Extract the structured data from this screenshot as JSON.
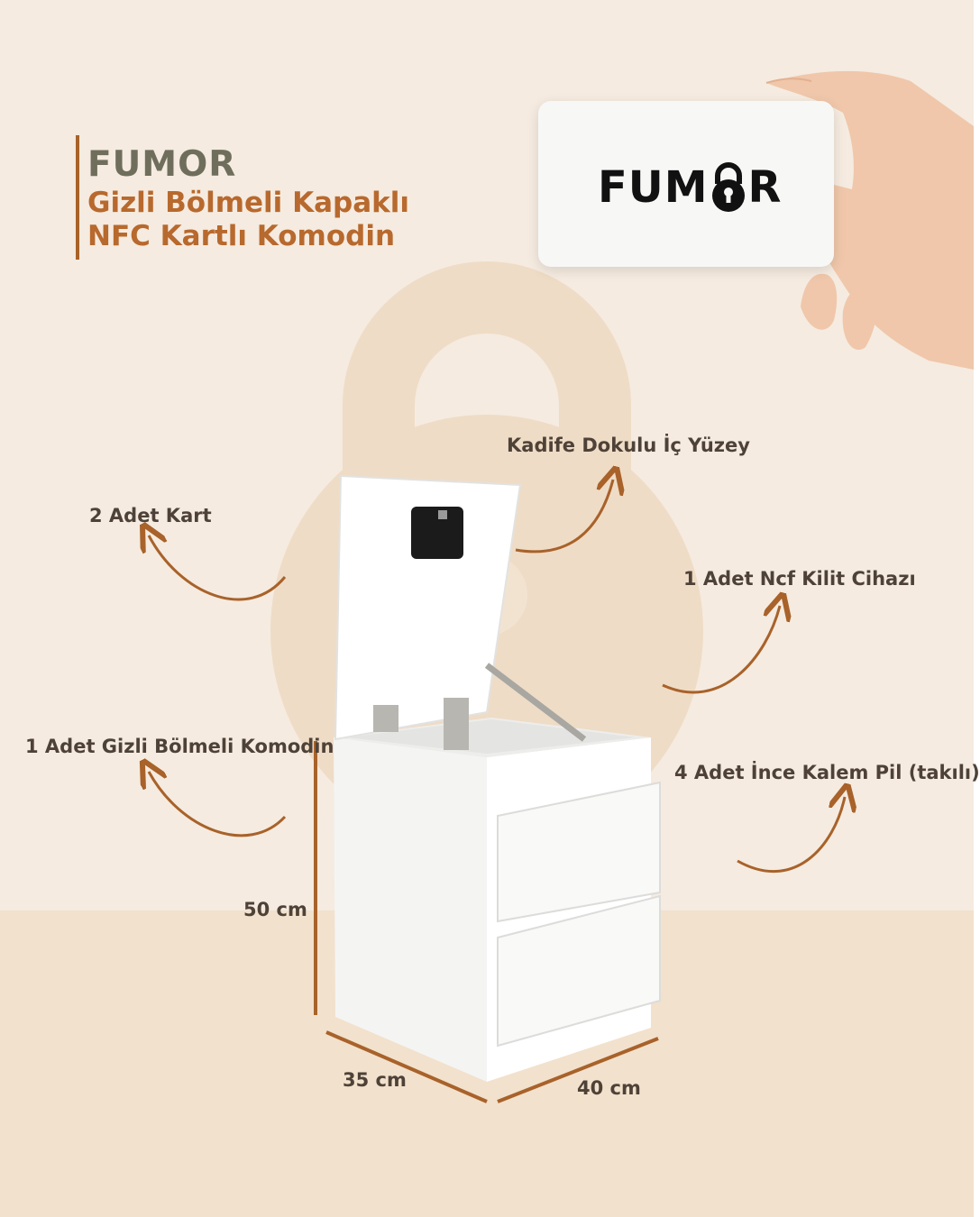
{
  "title": {
    "brand": "FUMOR",
    "line1": "Gizli Bölmeli Kapaklı",
    "line2": "NFC Kartlı Komodin"
  },
  "card": {
    "logo_prefix": "FUM",
    "logo_icon": "padlock-keyhole-icon",
    "logo_suffix": "R"
  },
  "callouts": {
    "kart": "2 Adet Kart",
    "kadife": "Kadife Dokulu İç Yüzey",
    "kilit": "1 Adet Ncf Kilit Cihazı",
    "komodin": "1 Adet Gizli Bölmeli Komodin",
    "pil": "4 Adet İnce Kalem Pil (takılı)"
  },
  "dimensions": {
    "height": "50 cm",
    "depth": "35 cm",
    "width": "40 cm"
  },
  "colors": {
    "background": "#f5ebe0",
    "floor": "#f2e1cc",
    "accent": "#a8622a",
    "brand_text": "#6f6e5c",
    "label_text": "#4e4238"
  }
}
